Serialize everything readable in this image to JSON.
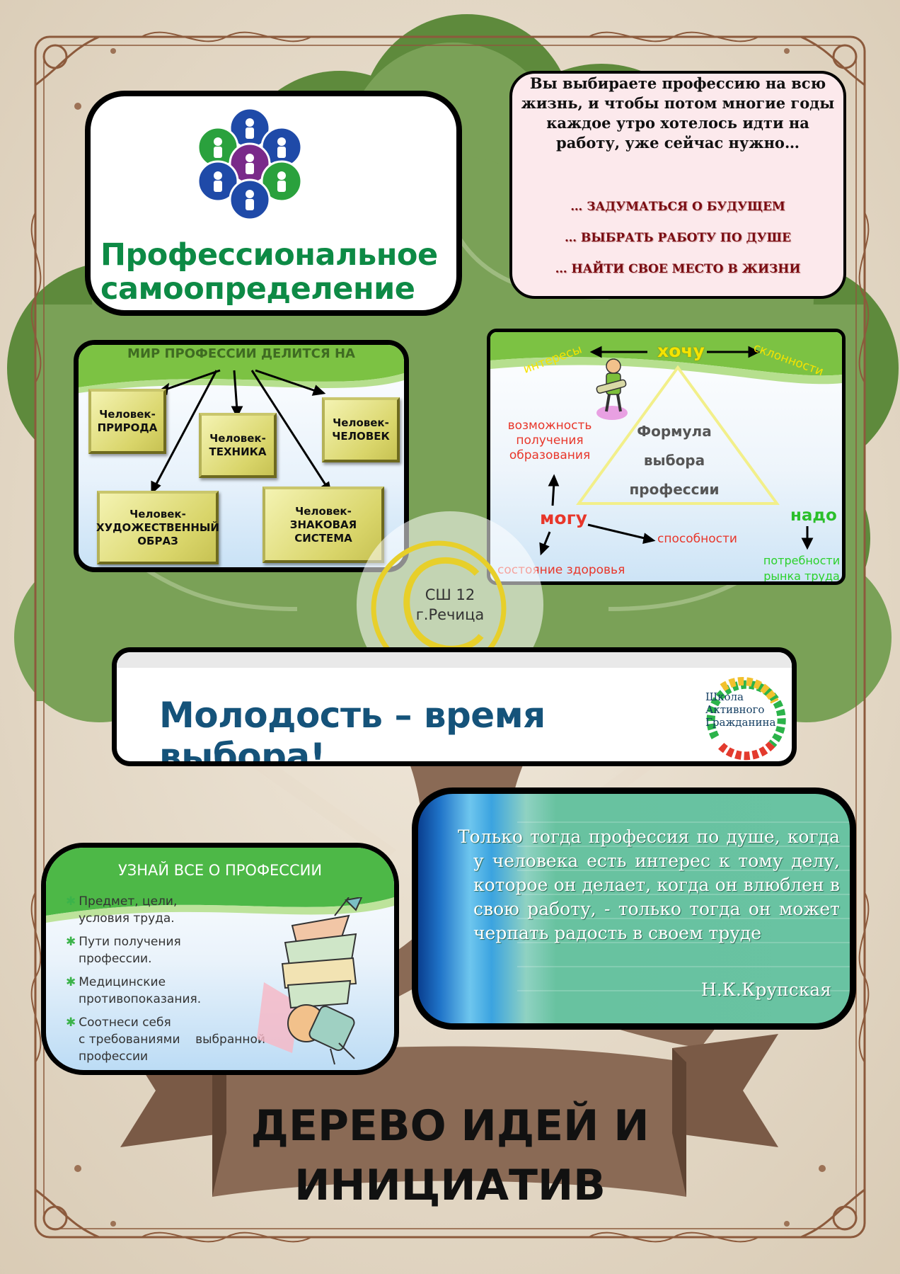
{
  "poster": {
    "logo": {
      "title_line1": "Профессиональное",
      "title_line2": "самоопределение"
    },
    "intro": {
      "text": "Вы выбираете профессию на всю жизнь, и чтобы потом многие годы каждое утро хотелось идти на работу, уже сейчас нужно…",
      "line1": "… ЗАДУМАТЬСЯ О БУДУЩЕМ",
      "line2": "… ВЫБРАТЬ РАБОТУ ПО ДУШЕ",
      "line3": "… НАЙТИ СВОЕ МЕСТО В ЖИЗНИ"
    },
    "world": {
      "title": "МИР ПРОФЕССИИ ДЕЛИТСЯ НА",
      "boxes": [
        {
          "line1": "Человек-",
          "line2": "ПРИРОДА"
        },
        {
          "line1": "Человек-",
          "line2": "ТЕХНИКА"
        },
        {
          "line1": "Человек-",
          "line2": "ЧЕЛОВЕК"
        },
        {
          "line1": "Человек-",
          "line2": "ХУДОЖЕСТВЕННЫЙ",
          "line3": "ОБРАЗ"
        },
        {
          "line1": "Человек-",
          "line2": "ЗНАКОВАЯ",
          "line3": "СИСТЕМА"
        }
      ]
    },
    "formula": {
      "want": "хочу",
      "interests": "интересы",
      "inclinations": "склонности",
      "edu_line1": "возможность",
      "edu_line2": "получения",
      "edu_line3": "образования",
      "center_line1": "Формула",
      "center_line2": "выбора",
      "center_line3": "профессии",
      "can": "могу",
      "must": "надо",
      "abilities": "способности",
      "health": "состояние здоровья",
      "market_line1": "потребности",
      "market_line2": "рынка труда"
    },
    "slogan": {
      "text": "Молодость – время выбора!",
      "school_line1": "Школа",
      "school_line2": "Активного",
      "school_line3": "Гражданина"
    },
    "learn": {
      "title": "УЗНАЙ ВСЕ О ПРОФЕССИИ",
      "items": [
        {
          "line1": "Предмет, цели,",
          "line2": "условия труда."
        },
        {
          "line1": "Пути получения",
          "line2": "профессии."
        },
        {
          "line1": "Медицинские",
          "line2": "противопоказания."
        },
        {
          "line1": "Соотнеси себя",
          "line2": "с требованиями    выбранной",
          "line3": "профессии"
        }
      ]
    },
    "quote": {
      "text": "Только тогда профессия по душе, когда у человека есть интерес к тому делу, которое он делает, когда он влюблен в свою работу, - только тогда он может черпать радость в своем труде",
      "author": "Н.К.Крупская"
    },
    "banner": {
      "line1": "ДЕРЕВО ИДЕЙ И",
      "line2": "ИНИЦИАТИВ"
    },
    "stamp": {
      "line1": "СШ 12",
      "line2": "г.Речица"
    },
    "colors": {
      "tree_crown": "#7aa157",
      "tree_crown_dark": "#5e8a3c",
      "trunk": "#8a6a55",
      "background": "#ece3d5",
      "border": "#8c5a3c",
      "logo_green": "#0d8a45",
      "slogan_blue": "#15537a"
    }
  }
}
